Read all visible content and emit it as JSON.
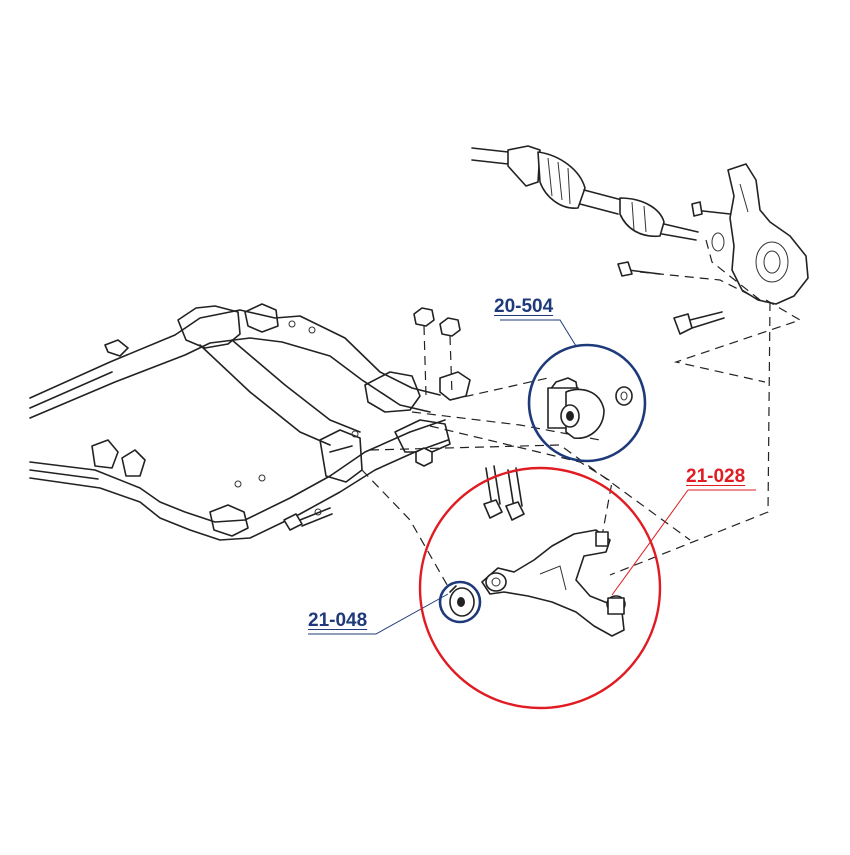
{
  "colors": {
    "blue": "#1f3a7a",
    "red": "#e01b22",
    "line": "#222222",
    "background": "#ffffff"
  },
  "callouts": {
    "bushing_assembly": {
      "label": "20-504",
      "color": "#1f3a7a"
    },
    "control_arm": {
      "label": "21-028",
      "color": "#e01b22"
    },
    "front_bushing": {
      "label": "21-048",
      "color": "#1f3a7a"
    }
  }
}
